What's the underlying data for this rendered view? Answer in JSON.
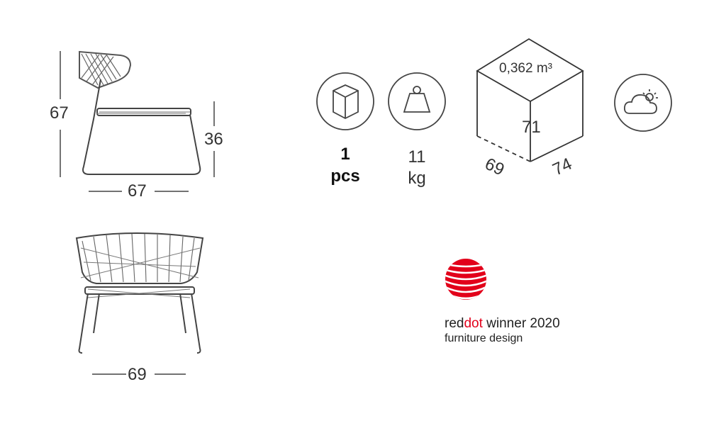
{
  "dimensions": {
    "side_height": "67",
    "seat_height": "36",
    "side_depth": "67",
    "front_width": "69"
  },
  "packaging": {
    "pieces_value": "1",
    "pieces_unit": "pcs",
    "weight_value": "11",
    "weight_unit": "kg",
    "box_volume": "0,362 m³",
    "box_height": "71",
    "box_width": "69",
    "box_depth": "74"
  },
  "icons": {
    "package": "cube-icon",
    "weight": "weight-icon",
    "weather": "outdoor-weather-icon"
  },
  "award": {
    "brand_part1": "red",
    "brand_part2": "dot",
    "title_rest": " winner 2020",
    "subtitle": "furniture design",
    "colors": {
      "red": "#e2001a",
      "text": "#222222"
    }
  }
}
